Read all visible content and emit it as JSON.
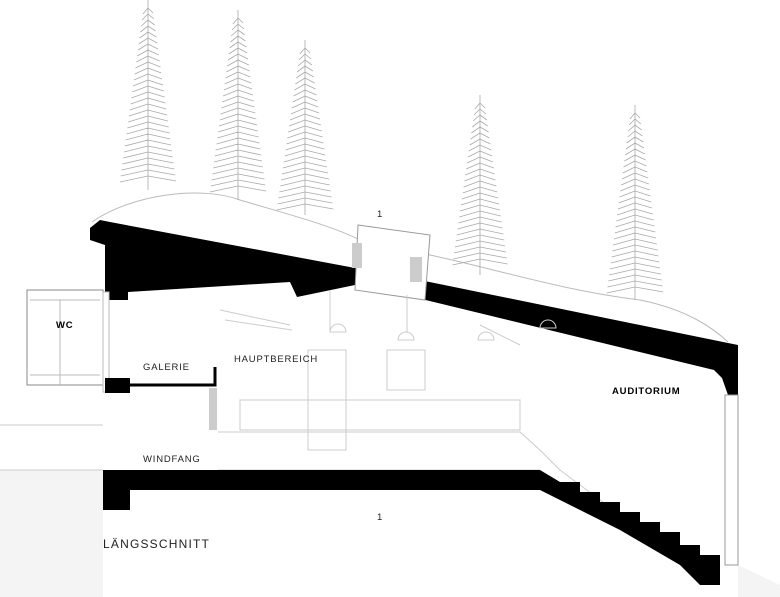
{
  "drawing": {
    "section_marker_top": "1",
    "section_marker_bottom": "1",
    "title": "LÄNGSSCHNITT",
    "rooms": {
      "wc": "WC",
      "galerie": "GALERIE",
      "hauptbereich": "HAUPTBEREICH",
      "auditorium": "AUDITORIUM",
      "windfang": "WINDFANG"
    }
  }
}
